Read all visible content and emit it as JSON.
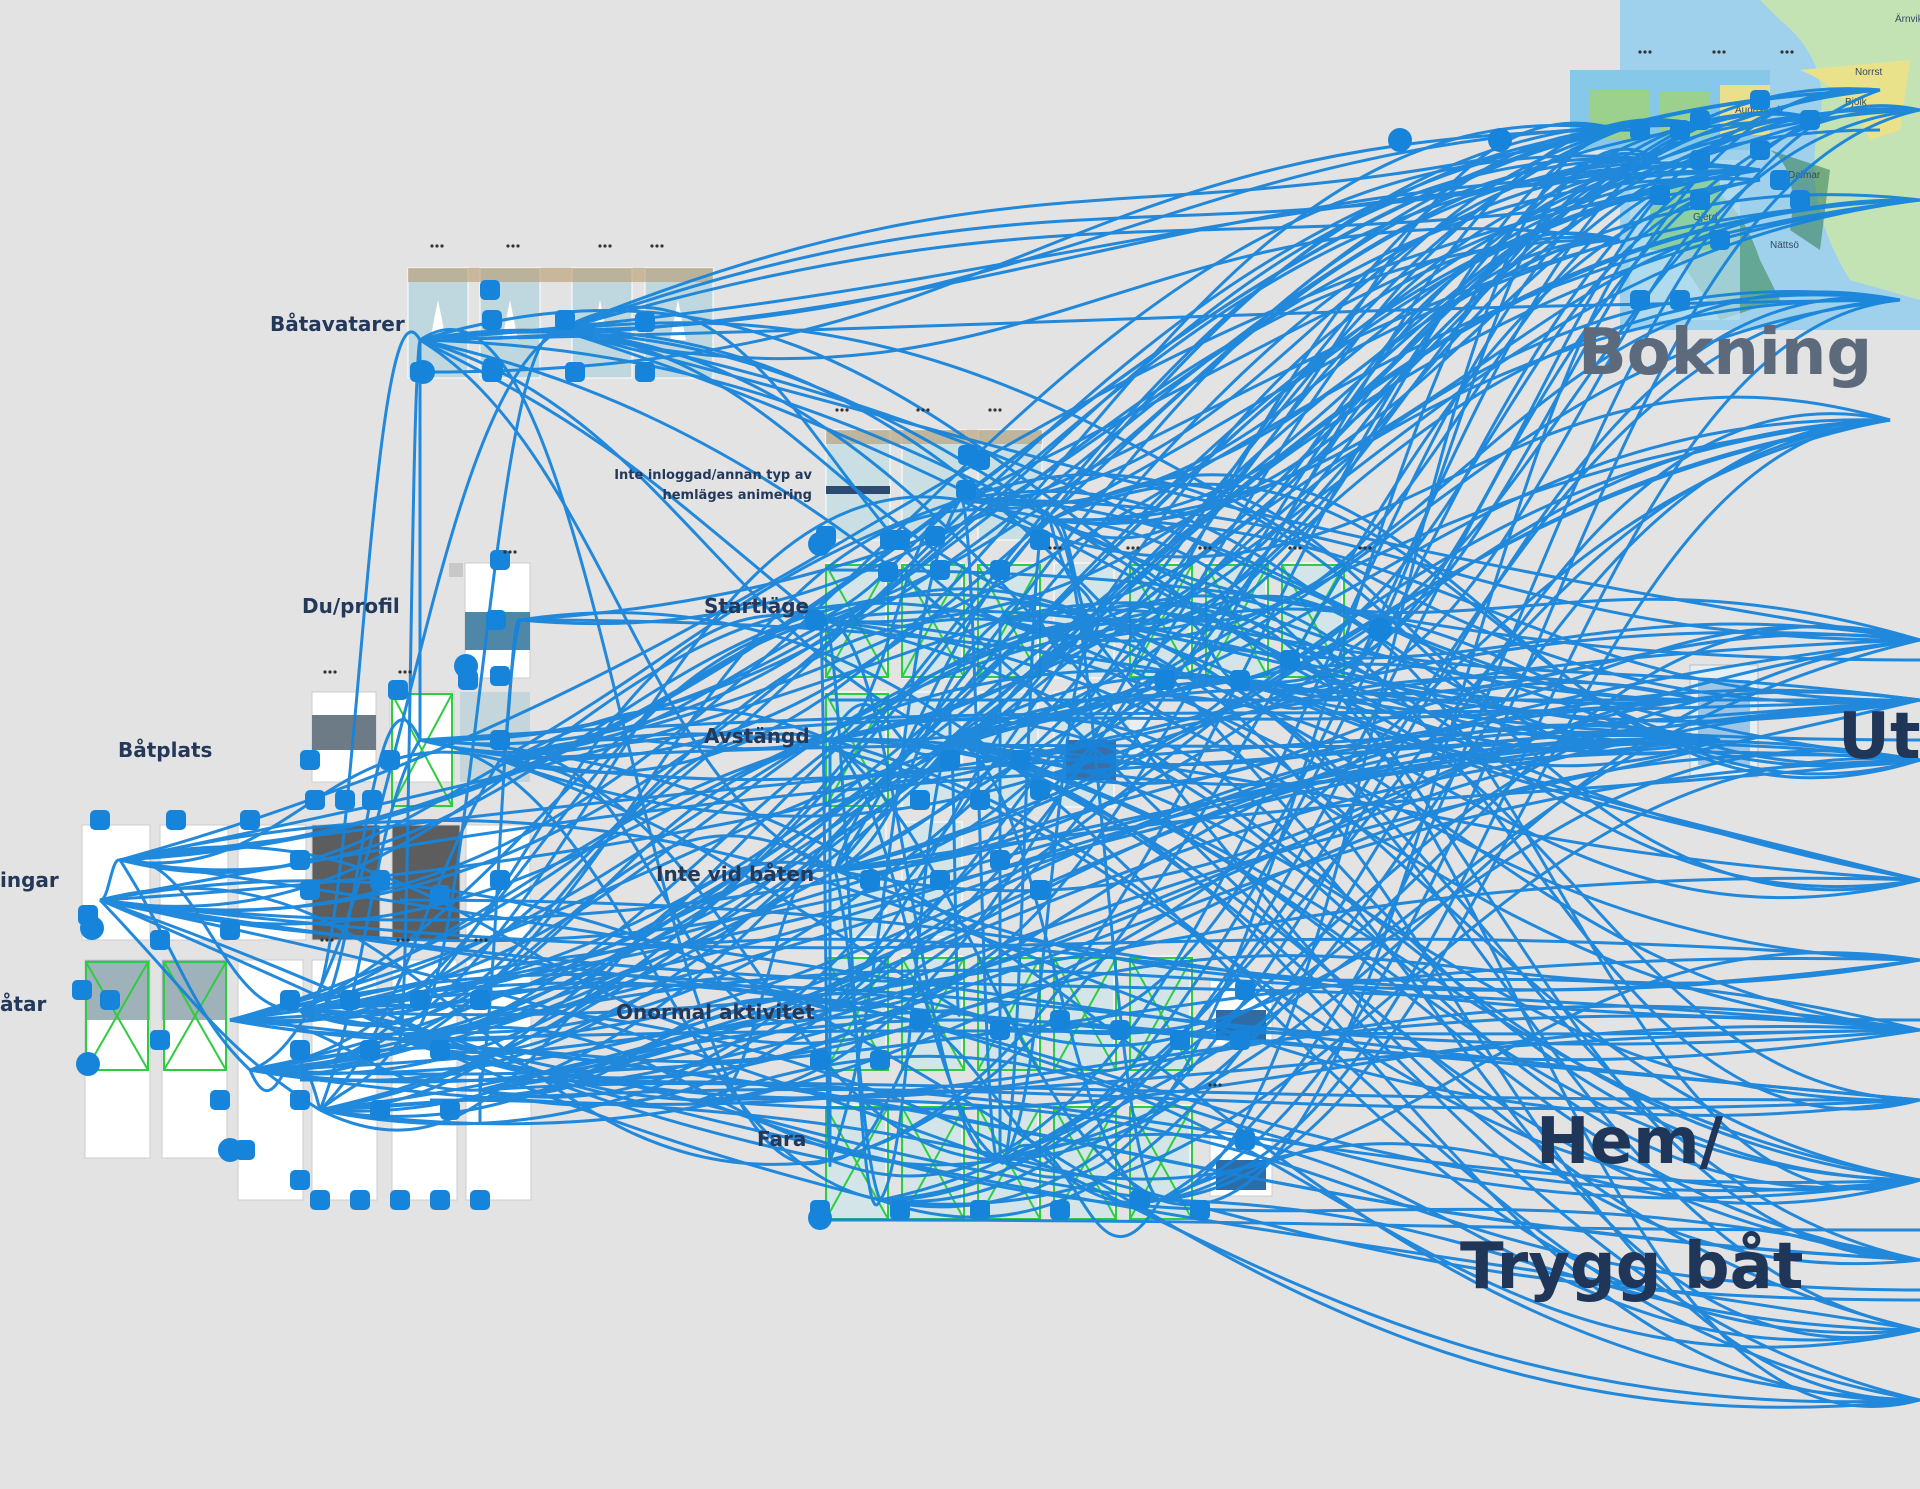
{
  "canvas": {
    "labels": {
      "batavatarer": "Båtavatarer",
      "inte_inloggad": "Inte inloggad/annan typ av",
      "inte_inloggad_2": "hemläges animering",
      "du_profil": "Du/profil",
      "startlage": "Startläge",
      "batplats": "Båtplats",
      "avstangd": "Avstängd",
      "ingar": "ingar",
      "inte_vid_baten": "Inte vid båten",
      "batar": "åtar",
      "onormal_aktivitet": "Onormal aktivitet",
      "fara": "Fara"
    },
    "sections": {
      "bokning": "Bokning",
      "ut": "Ut",
      "hem_1": "Hem/",
      "hem_2": "Trygg båt"
    },
    "map_labels": [
      "Ärnviken",
      "Norrst",
      "Bjölk",
      "Augustenb",
      "Dalmar",
      "Gjerd",
      "Nättsö"
    ],
    "colors": {
      "connector": "#1784db",
      "label": "#24395a",
      "placeholder": "#2ecc40",
      "canvas_bg": "#e3e3e3"
    }
  }
}
